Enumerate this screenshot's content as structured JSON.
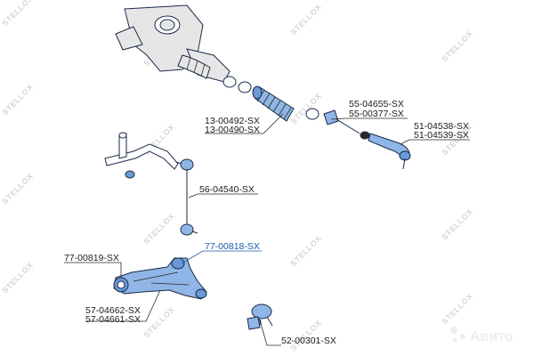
{
  "watermark": {
    "brand": "STELLOX",
    "logo": "Авито"
  },
  "callouts": [
    {
      "id": "boot",
      "lines": [
        "13-00492-SX",
        "13-00490-SX"
      ],
      "highlight": false
    },
    {
      "id": "inner-tie-rod",
      "lines": [
        "55-04655-SX",
        "55-00377-SX"
      ],
      "highlight": false
    },
    {
      "id": "outer-tie-rod",
      "lines": [
        "51-04538-SX",
        "51-04539-SX"
      ],
      "highlight": false
    },
    {
      "id": "stabilizer-link",
      "lines": [
        "56-04540-SX"
      ],
      "highlight": false
    },
    {
      "id": "arm-bushing-front",
      "lines": [
        "77-00818-SX"
      ],
      "highlight": true
    },
    {
      "id": "arm-bushing-rear",
      "lines": [
        "77-00819-SX"
      ],
      "highlight": false
    },
    {
      "id": "control-arm",
      "lines": [
        "57-04662-SX",
        "57-04661-SX"
      ],
      "highlight": false
    },
    {
      "id": "ball-joint",
      "lines": [
        "52-00301-SX"
      ],
      "highlight": false
    }
  ]
}
